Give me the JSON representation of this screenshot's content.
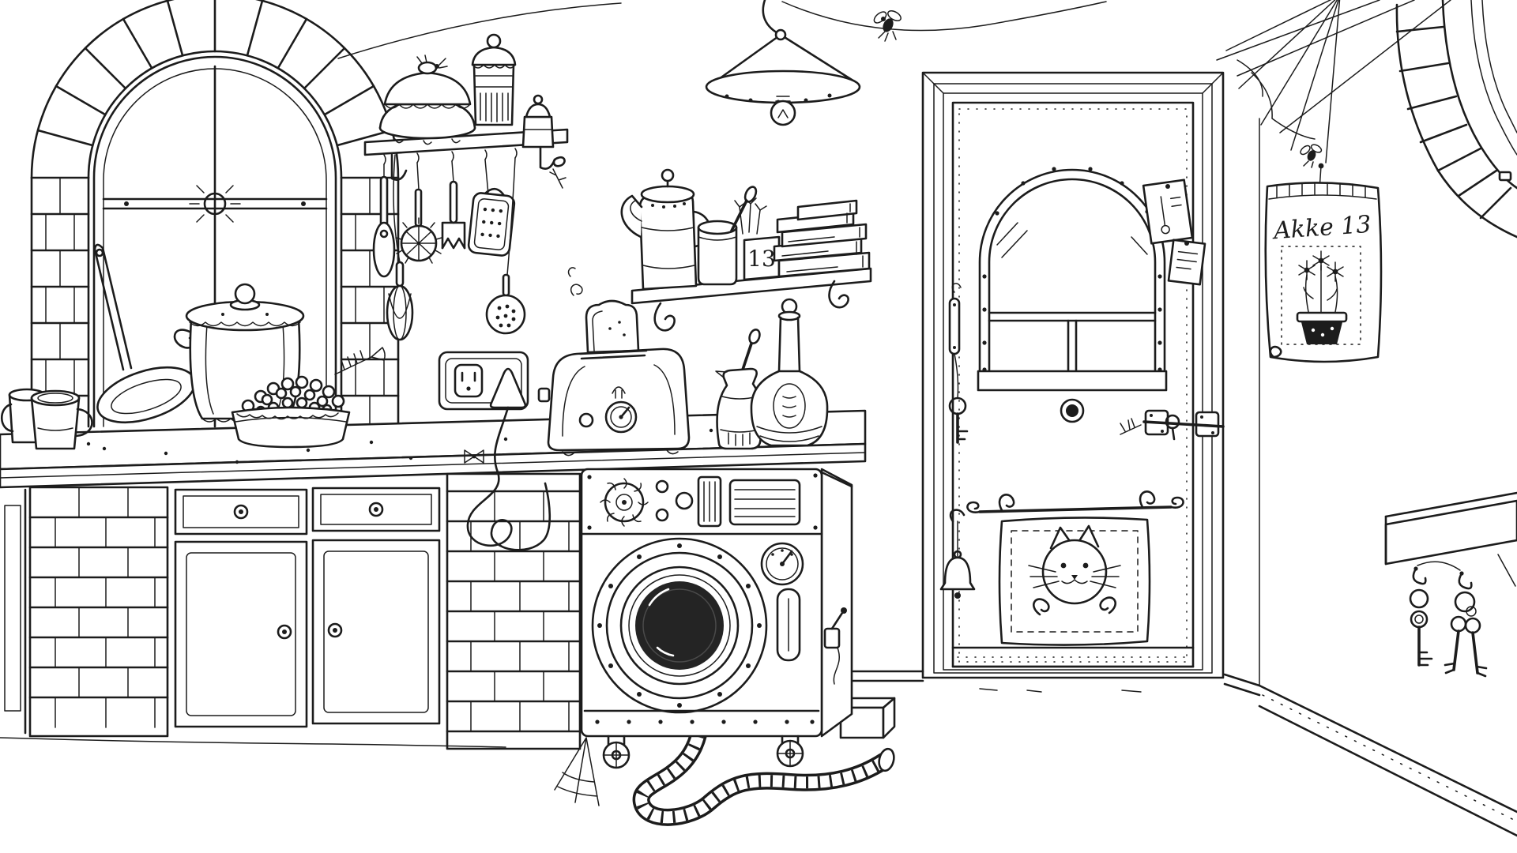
{
  "scene": {
    "colors": {
      "ink": "#1c1c1c",
      "paper": "#ffffff",
      "drum": "#242424"
    },
    "calendar": {
      "label": "Akke 13"
    },
    "numbered_box": {
      "label": "13"
    },
    "objects": [
      "ceiling-strings",
      "ceiling-lamp",
      "corner-cobweb",
      "fly",
      "left-arched-window",
      "frying-pan",
      "cooking-pot",
      "pet-food-bowl",
      "fish-bone",
      "mugs",
      "utensil-shelf",
      "tureen",
      "striped-jar",
      "small-jar",
      "paddle-spoon",
      "pastry-wheel",
      "potato-masher",
      "grater",
      "whisk",
      "skimmer",
      "wall-outlet",
      "power-plug",
      "power-cord",
      "wall-shelf",
      "coffee-pot",
      "canister",
      "herb-jar",
      "numbered-box",
      "book-stack",
      "countertop",
      "counter-bow",
      "cabinet-drawer",
      "cabinet-door",
      "brick-pillar",
      "washing-machine",
      "washer-door",
      "washer-knob",
      "washer-gauge",
      "washer-handle",
      "drain-hose",
      "caster-wheel",
      "floor-cobweb",
      "step-block",
      "door",
      "door-window",
      "keyhole",
      "door-handle",
      "hanging-key",
      "slide-bolt",
      "pinned-notes",
      "curtain-rod",
      "cat-towel",
      "doorbell",
      "calendar",
      "right-arched-window",
      "key-shelf",
      "wall-keys",
      "baseboard"
    ]
  }
}
